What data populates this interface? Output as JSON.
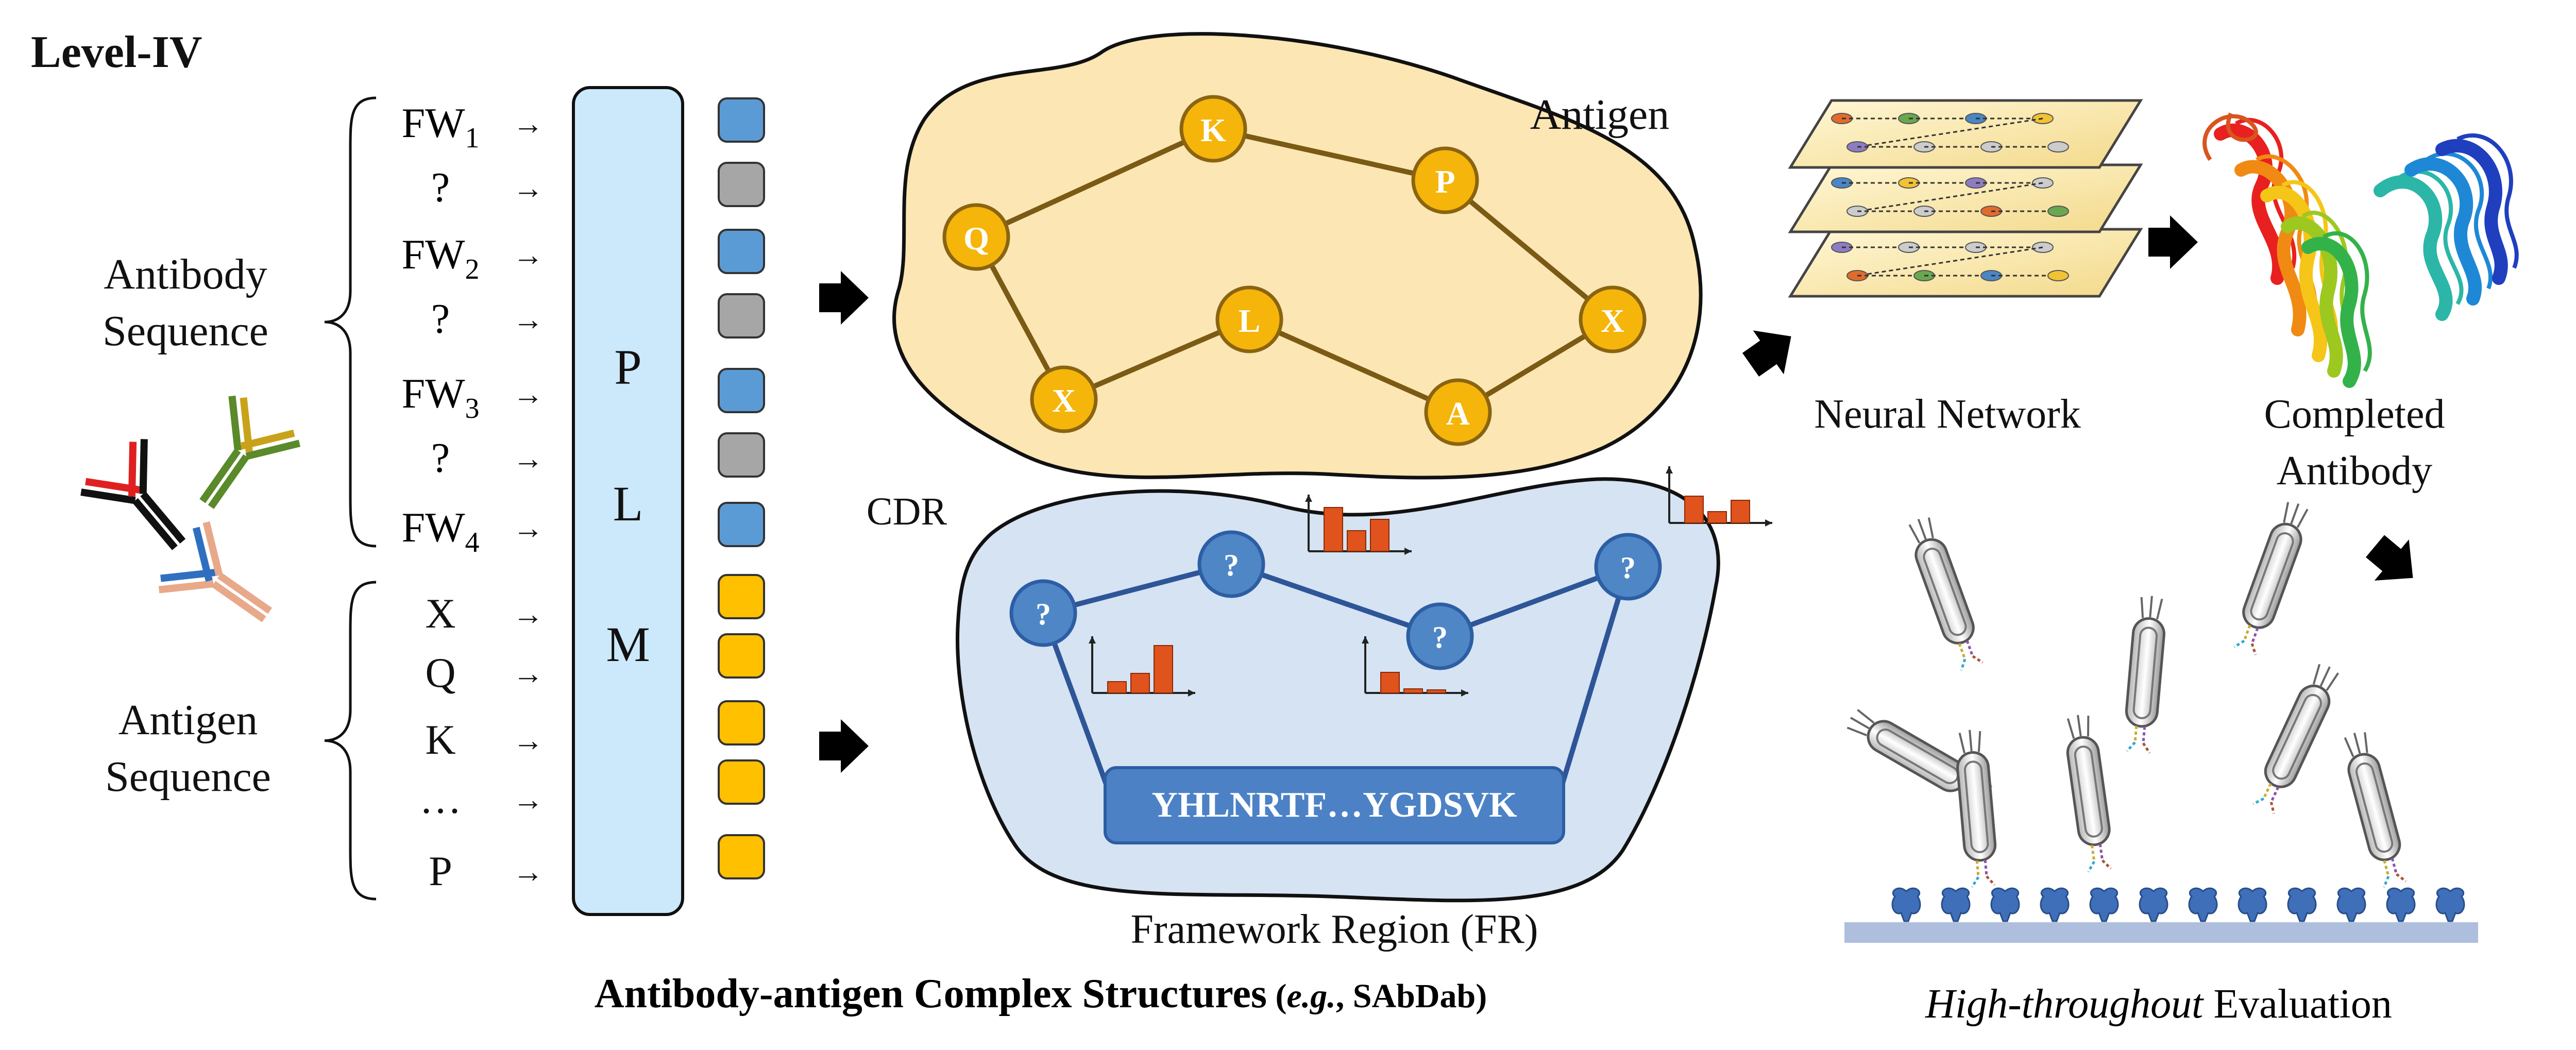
{
  "level_title": "Level-IV",
  "antibody_group_label": [
    "Antibody",
    "Sequence"
  ],
  "antigen_group_label": [
    "Antigen",
    "Sequence"
  ],
  "antibody_rows": [
    {
      "base": "FW",
      "sub": "1"
    },
    {
      "base": "?",
      "sub": ""
    },
    {
      "base": "FW",
      "sub": "2"
    },
    {
      "base": "?",
      "sub": ""
    },
    {
      "base": "FW",
      "sub": "3"
    },
    {
      "base": "?",
      "sub": ""
    },
    {
      "base": "FW",
      "sub": "4"
    }
  ],
  "antigen_rows": [
    "X",
    "Q",
    "K",
    "…",
    "P"
  ],
  "arrow_glyph": "→",
  "plm_letters": [
    "P",
    "L",
    "M"
  ],
  "token_colors": {
    "framework": "#5b9bd5",
    "masked": "#a6a6a6",
    "antigen": "#ffc000"
  },
  "token_types": [
    "framework",
    "masked",
    "framework",
    "masked",
    "framework",
    "masked",
    "framework",
    "antigen",
    "antigen",
    "antigen",
    "antigen",
    "antigen"
  ],
  "antigen_graph": {
    "label": "Antigen",
    "nodes": [
      "Q",
      "K",
      "P",
      "X",
      "L",
      "A",
      "X"
    ]
  },
  "cdr_graph": {
    "label": "CDR",
    "node_glyph": "?",
    "framework_sequence": "YHLNRTF…YGDSVK",
    "region_caption": "Framework Region (FR)"
  },
  "bottom_caption": {
    "main": "Antibody-antigen Complex Structures",
    "note_open": " (",
    "note_italic": "e.g.",
    "note_rest": ", SAbDab)"
  },
  "neural_network_label": "Neural Network",
  "completed_antibody_label": [
    "Completed",
    "Antibody"
  ],
  "evaluation_caption": {
    "italic": "High-throughout",
    "rest": " Evaluation"
  },
  "colors": {
    "antigen_blob": "#fbe6b4",
    "antigen_node": "#f5b50a",
    "antigen_edge": "#7a5a14",
    "cdr_blob": "#d5e3f3",
    "cdr_node": "#4f86c6",
    "cdr_edge": "#2e5597",
    "bar": "#e0531c",
    "plm_fill": "#cce8fb",
    "surface": "#aebfde"
  }
}
